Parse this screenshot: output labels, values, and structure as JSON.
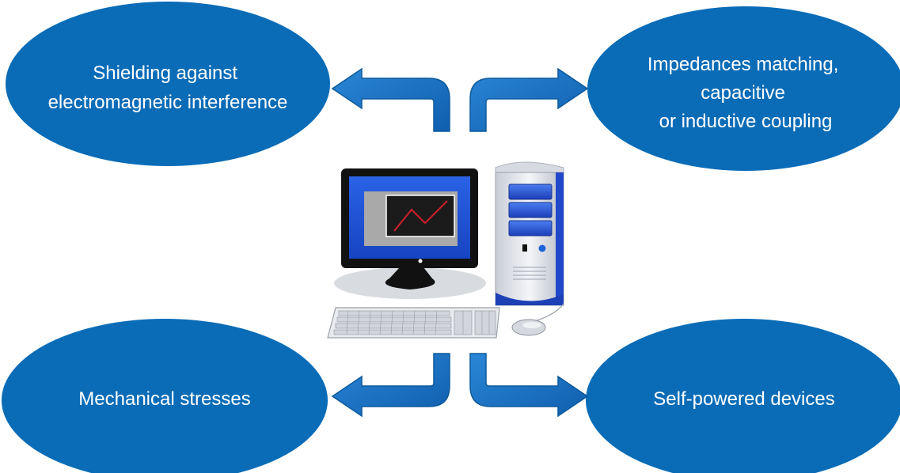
{
  "colors": {
    "ellipse_fill": "#0a6cb7",
    "arrow_fill": "#1473c4",
    "arrow_stroke": "#0d5a9b",
    "monitor_bezel": "#111111",
    "screen_blue": "#1a52d6",
    "chart_line": "#d0202a",
    "tower_blue": "#1e46c8"
  },
  "nodes": {
    "top_left": {
      "lines": [
        "Shielding against",
        "electromagnetic interference"
      ]
    },
    "top_right": {
      "lines": [
        "Impedances matching,",
        "capacitive",
        "or inductive coupling"
      ]
    },
    "bottom_left": {
      "lines": [
        "Mechanical stresses"
      ]
    },
    "bottom_right": {
      "lines": [
        "Self-powered devices"
      ]
    }
  },
  "center_icon": "desktop-computer-icon"
}
